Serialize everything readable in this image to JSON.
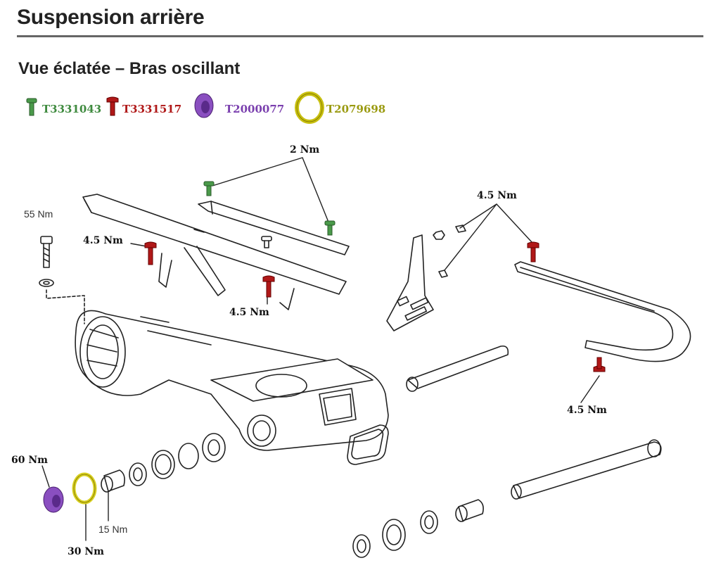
{
  "header": {
    "title": "Suspension arrière",
    "subtitle": "Vue éclatée – Bras oscillant"
  },
  "legend": [
    {
      "code": "T3331043",
      "color": "#3e8a3e",
      "icon": "green-bolt-icon"
    },
    {
      "code": "T3331517",
      "color": "#b01818",
      "icon": "red-bolt-icon"
    },
    {
      "code": "T2000077",
      "color": "#7a3fae",
      "icon": "purple-nut-icon"
    },
    {
      "code": "T2079698",
      "color": "#9a9a10",
      "icon": "yellow-ring-icon"
    }
  ],
  "callouts": {
    "c1": "2 Nm",
    "c2": "4.5 Nm",
    "c3": "55 Nm",
    "c4": "4.5 Nm",
    "c5": "4.5 Nm",
    "c6": "4.5 Nm",
    "c7": "60 Nm",
    "c8": "15 Nm",
    "c9": "30 Nm"
  },
  "colors": {
    "line": "#222222",
    "green": "#4a9a4a",
    "red": "#b01818",
    "purple": "#8a4fc0",
    "yellow": "#d8d020"
  }
}
